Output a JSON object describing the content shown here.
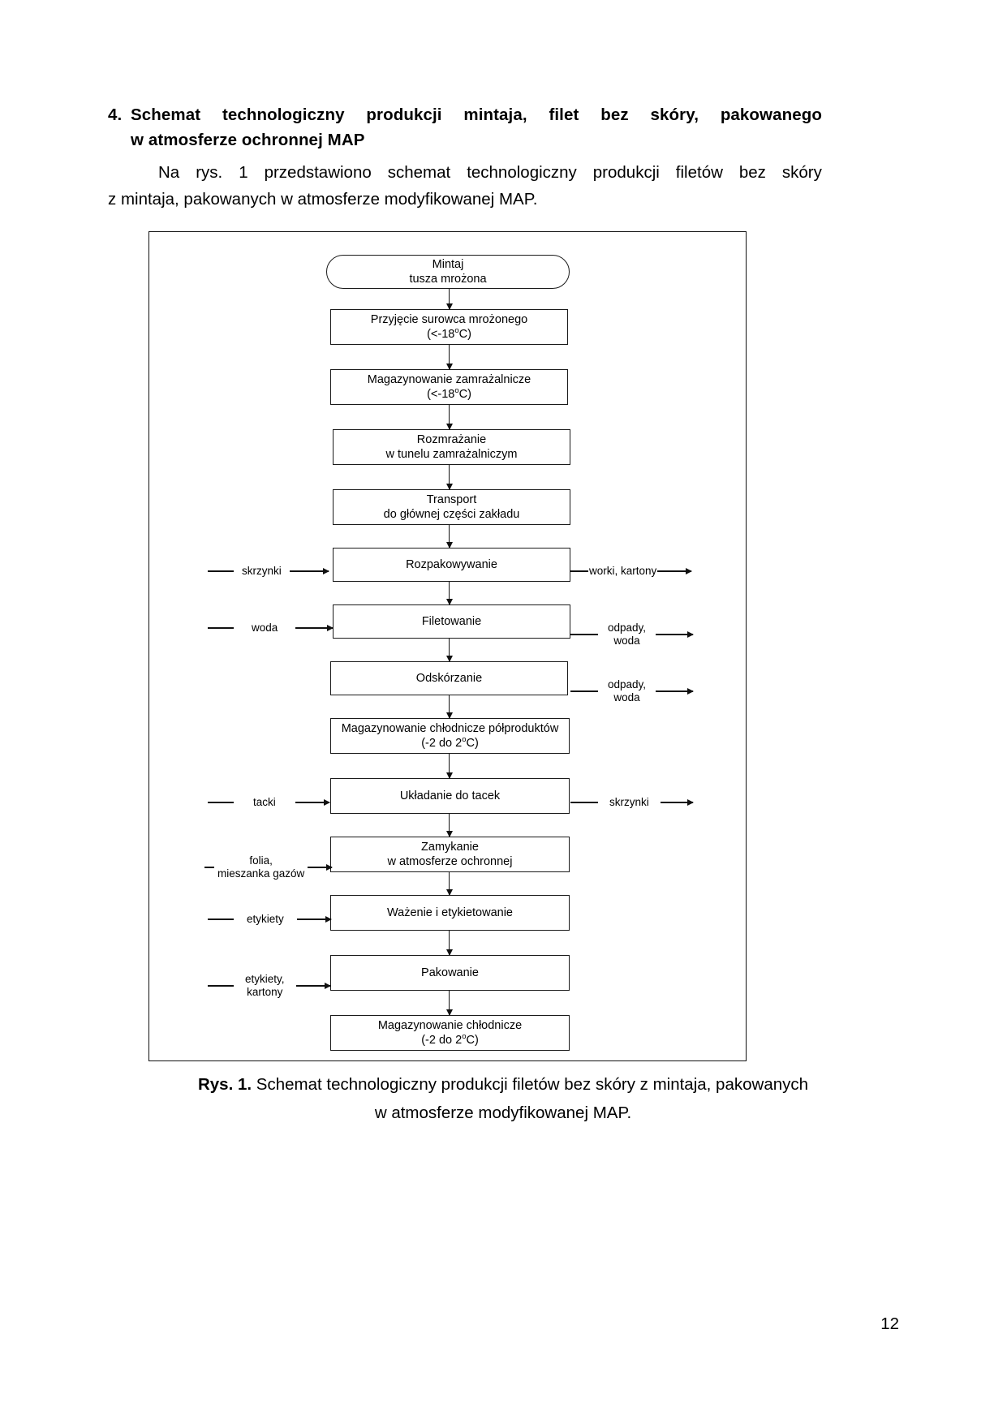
{
  "document": {
    "heading": {
      "number": "4.",
      "line1_words": [
        "Schemat",
        "technologiczny",
        "produkcji",
        "mintaja,",
        "filet",
        "bez",
        "skóry,",
        "pakowanego"
      ],
      "line2": "w atmosferze ochronnej MAP"
    },
    "paragraph": {
      "line1_words": [
        "Na",
        "rys.",
        "1",
        "przedstawiono",
        "schemat",
        "technologiczny",
        "produkcji",
        "filetów",
        "bez",
        "skóry"
      ],
      "line2": "z mintaja, pakowanych w atmosferze modyfikowanej MAP."
    },
    "caption": {
      "label": "Rys. 1.",
      "text": " Schemat technologiczny produkcji filetów bez skóry z mintaja, pakowanych",
      "line2": "w atmosferze modyfikowanej MAP."
    },
    "page_number": "12"
  },
  "chart_data": {
    "type": "diagram",
    "title": "Schemat technologiczny produkcji filetów bez skóry z mintaja, pakowanych w atmosferze modyfikowanej MAP",
    "orientation": "top-to-bottom",
    "nodes": [
      {
        "id": "n1",
        "shape": "terminator",
        "line1": "Mintaj",
        "line2": "tusza mrożona"
      },
      {
        "id": "n2",
        "shape": "process",
        "line1": "Przyjęcie surowca mrożonego",
        "line2": "(<-18°C)"
      },
      {
        "id": "n3",
        "shape": "process",
        "line1": "Magazynowanie zamrażalnicze",
        "line2": "(<-18°C)"
      },
      {
        "id": "n4",
        "shape": "process",
        "line1": "Rozmrażanie",
        "line2": "w tunelu zamrażalniczym"
      },
      {
        "id": "n5",
        "shape": "process",
        "line1": "Transport",
        "line2": "do głównej części zakładu"
      },
      {
        "id": "n6",
        "shape": "process",
        "line1": "Rozpakowywanie",
        "line2": ""
      },
      {
        "id": "n7",
        "shape": "process",
        "line1": "Filetowanie",
        "line2": ""
      },
      {
        "id": "n8",
        "shape": "process",
        "line1": "Odskórzanie",
        "line2": ""
      },
      {
        "id": "n9",
        "shape": "process",
        "line1": "Magazynowanie chłodnicze półproduktów",
        "line2": "(-2 do 2°C)"
      },
      {
        "id": "n10",
        "shape": "process",
        "line1": "Układanie do tacek",
        "line2": ""
      },
      {
        "id": "n11",
        "shape": "process",
        "line1": "Zamykanie",
        "line2": "w atmosferze ochronnej"
      },
      {
        "id": "n12",
        "shape": "process",
        "line1": "Ważenie i etykietowanie",
        "line2": ""
      },
      {
        "id": "n13",
        "shape": "process",
        "line1": "Pakowanie",
        "line2": ""
      },
      {
        "id": "n14",
        "shape": "process",
        "line1": "Magazynowanie chłodnicze",
        "line2": "(-2 do 2°C)"
      }
    ],
    "inputs": [
      {
        "target": "n6",
        "line1": "skrzynki",
        "line2": ""
      },
      {
        "target": "n7",
        "line1": "woda",
        "line2": ""
      },
      {
        "target": "n10",
        "line1": "tacki",
        "line2": ""
      },
      {
        "target": "n11",
        "line1": "folia,",
        "line2": "mieszanka gazów"
      },
      {
        "target": "n12",
        "line1": "etykiety",
        "line2": ""
      },
      {
        "target": "n13",
        "line1": "etykiety,",
        "line2": "kartony"
      }
    ],
    "outputs": [
      {
        "source": "n6",
        "line1": "worki, kartony",
        "line2": ""
      },
      {
        "source": "n7",
        "line1": "odpady,",
        "line2": "woda"
      },
      {
        "source": "n8",
        "line1": "odpady,",
        "line2": "woda"
      },
      {
        "source": "n10",
        "line1": "skrzynki",
        "line2": ""
      }
    ]
  }
}
